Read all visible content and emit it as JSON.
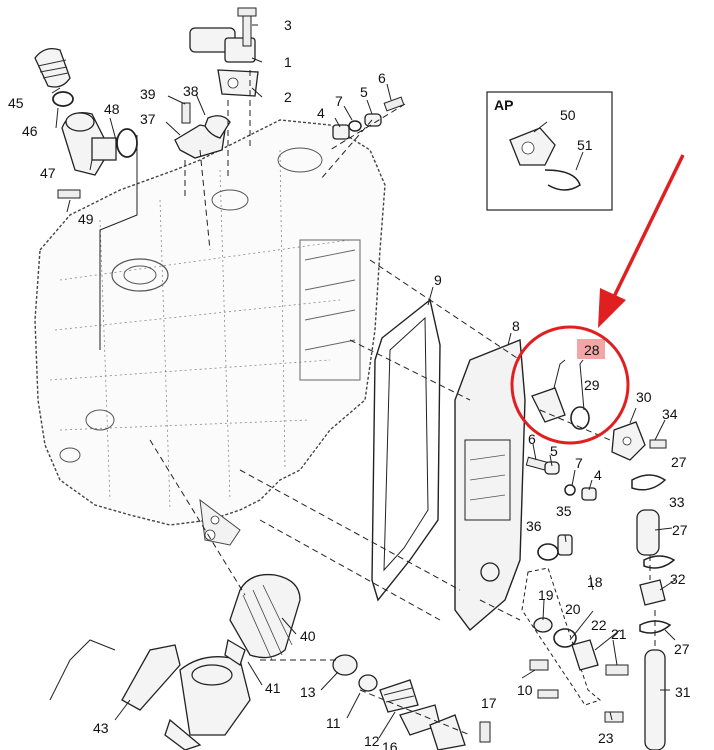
{
  "colors": {
    "highlight_fill": "#f4a6a6",
    "annotation_red": "#e02020",
    "line": "#222222"
  },
  "inset": {
    "label": "AP",
    "callouts": [
      "50",
      "51"
    ]
  },
  "highlighted_part": "28",
  "callouts": {
    "c1": "1",
    "c2": "2",
    "c3": "3",
    "c4a": "4",
    "c4b": "4",
    "c5a": "5",
    "c5b": "5",
    "c6a": "6",
    "c6b": "6",
    "c7a": "7",
    "c7b": "7",
    "c8": "8",
    "c9": "9",
    "c10": "10",
    "c11": "11",
    "c12": "12",
    "c13": "13",
    "c16": "16",
    "c17": "17",
    "c18": "18",
    "c19": "19",
    "c20": "20",
    "c21": "21",
    "c22": "22",
    "c23": "23",
    "c27a": "27",
    "c27b": "27",
    "c27c": "27",
    "c28": "28",
    "c29": "29",
    "c30": "30",
    "c31": "31",
    "c32": "32",
    "c33": "33",
    "c34": "34",
    "c35": "35",
    "c36": "36",
    "c37": "37",
    "c38": "38",
    "c39": "39",
    "c40": "40",
    "c41": "41",
    "c43": "43",
    "c45": "45",
    "c46": "46",
    "c47": "47",
    "c48": "48",
    "c49": "49",
    "c50": "50",
    "c51": "51"
  }
}
